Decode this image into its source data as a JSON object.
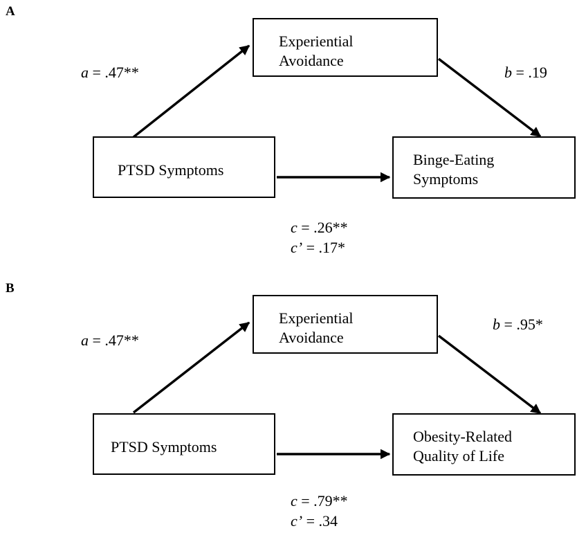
{
  "panels": [
    {
      "label": "A",
      "mediator": {
        "line1": "Experiential",
        "line2": "Avoidance"
      },
      "predictor": {
        "line1": "PTSD Symptoms"
      },
      "outcome": {
        "line1": "Binge-Eating",
        "line2": "Symptoms"
      },
      "a_path": {
        "symbol": "a",
        "value": "= .47**"
      },
      "b_path": {
        "symbol": "b",
        "value": " = .19"
      },
      "c_path": {
        "symbol": "c",
        "value": "= .26**"
      },
      "c_prime_path": {
        "symbol": "c’",
        "value": " = .17*"
      }
    },
    {
      "label": "B",
      "mediator": {
        "line1": "Experiential",
        "line2": "Avoidance"
      },
      "predictor": {
        "line1": "PTSD Symptoms"
      },
      "outcome": {
        "line1": "Obesity-Related",
        "line2": "Quality of Life"
      },
      "a_path": {
        "symbol": "a",
        "value": "= .47**"
      },
      "b_path": {
        "symbol": "b",
        "value": " = .95*"
      },
      "c_path": {
        "symbol": "c",
        "value": " = .79**"
      },
      "c_prime_path": {
        "symbol": "c’",
        "value": " = .34"
      }
    }
  ]
}
